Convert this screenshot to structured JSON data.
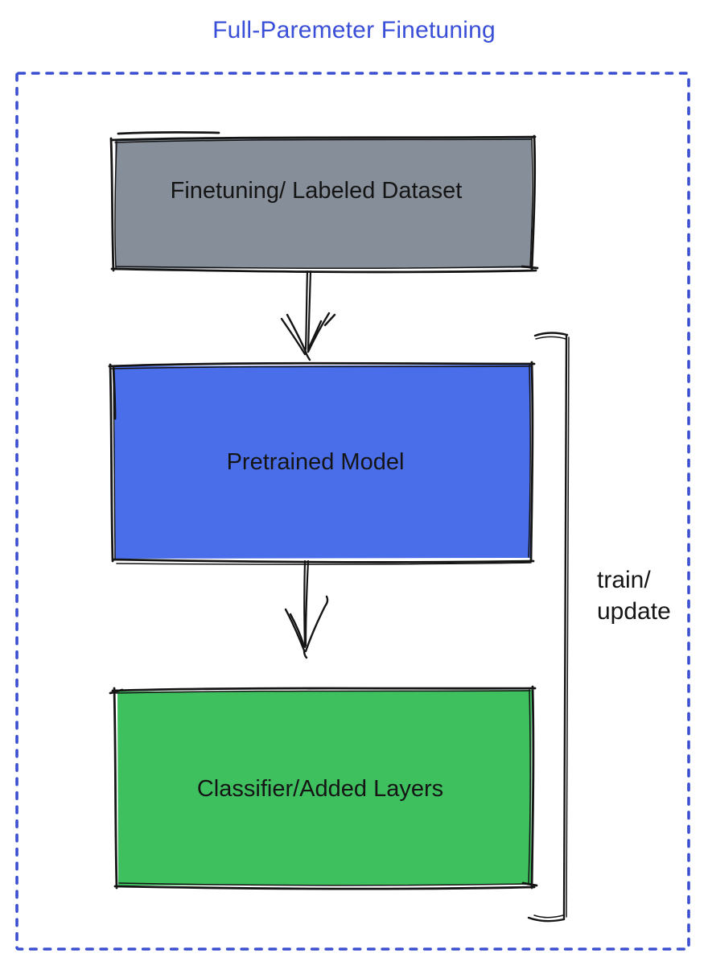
{
  "diagram": {
    "title": "Full-Paremeter Finetuning",
    "nodes": [
      {
        "id": "finetuning-dataset",
        "label": "Finetuning/ Labeled Dataset",
        "fill": "#868e99"
      },
      {
        "id": "pretrained-model",
        "label": "Pretrained Model",
        "fill": "#4a6de9"
      },
      {
        "id": "classifier-added-layers",
        "label": "Classifier/Added Layers",
        "fill": "#3ec05f"
      }
    ],
    "edges": [
      {
        "from": "finetuning-dataset",
        "to": "pretrained-model",
        "style": "arrow-down"
      },
      {
        "from": "pretrained-model",
        "to": "classifier-added-layers",
        "style": "arrow-down"
      }
    ],
    "bracket_annotation": {
      "line1": "train/",
      "line2": "update"
    },
    "colors": {
      "title_text": "#3a4fd8",
      "frame_dash": "#3c4fd1",
      "ink": "#151515"
    }
  }
}
